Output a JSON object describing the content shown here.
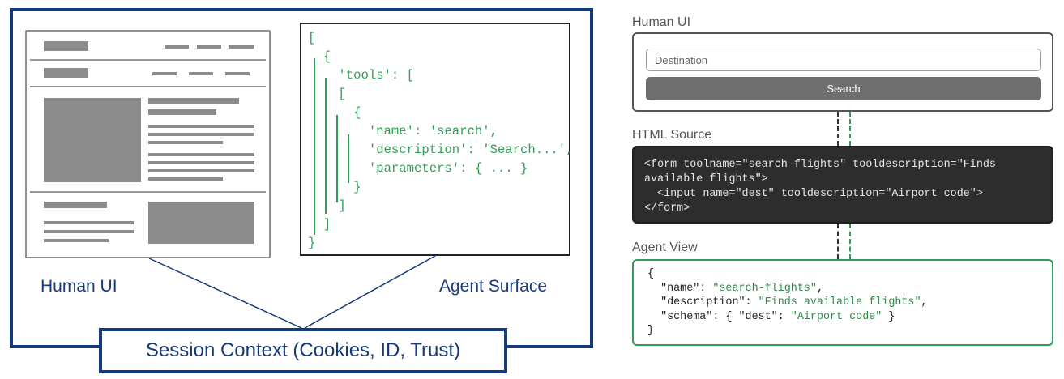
{
  "left": {
    "human_ui_label": "Human UI",
    "agent_surface_label": "Agent Surface",
    "session_context": "Session Context (Cookies, ID, Trust)",
    "tools_code": [
      "[",
      "  {",
      "    'tools': [",
      "    [",
      "      {",
      "        'name': 'search',",
      "        'description': 'Search...',",
      "        'parameters': { ... }",
      "      }",
      "    ]",
      "  ]",
      "}"
    ]
  },
  "right": {
    "human_ui_title": "Human UI",
    "destination_placeholder": "Destination",
    "search_button": "Search",
    "html_source_title": "HTML Source",
    "html_source_lines": [
      "<form toolname=\"search-flights\" tooldescription=\"Finds",
      "available flights\">",
      "  <input name=\"dest\" tooldescription=\"Airport code\">",
      "</form>"
    ],
    "agent_view_title": "Agent View",
    "agent_view": {
      "open": "{",
      "close": "}",
      "name_key": "  \"name\": ",
      "name_val": "\"search-flights\"",
      "name_end": ",",
      "desc_key": "  \"description\": ",
      "desc_val": "\"Finds available flights\"",
      "desc_end": ",",
      "schema_key": "  \"schema\": { \"dest\": ",
      "schema_val": "\"Airport code\"",
      "schema_end": " }"
    }
  },
  "colors": {
    "navy": "#173a7b",
    "green": "#2f9e57",
    "dark_panel": "#2d2d2d"
  }
}
